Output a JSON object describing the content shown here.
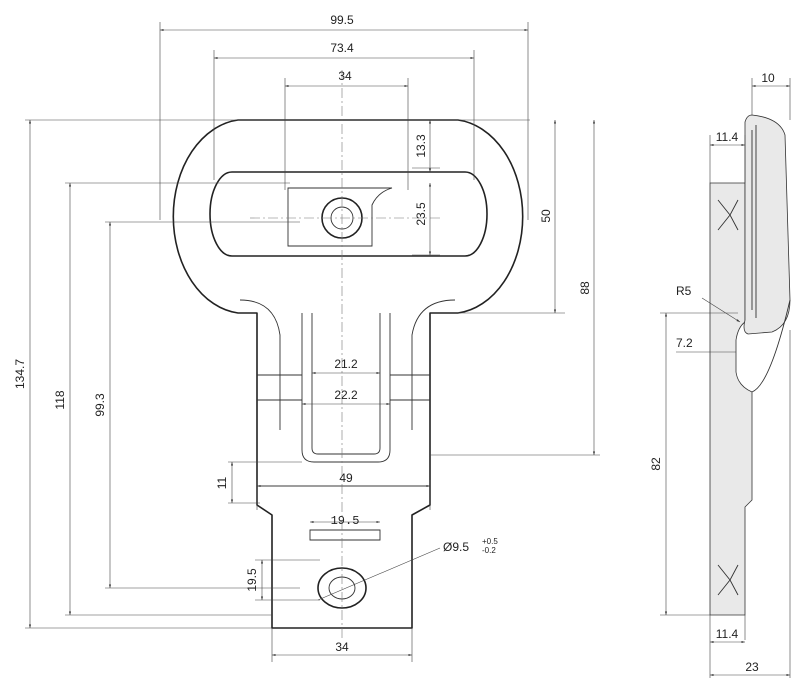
{
  "front_view": {
    "dims": {
      "width_outer": "99.5",
      "width_slot": "73.4",
      "width_block": "34",
      "slot_top": "13.3",
      "slot_height": "23.5",
      "head_height": "50",
      "upper_height": "88",
      "total_height": "134.7",
      "height_118": "118",
      "height_99_3": "99.3",
      "neck_inner": "21.2",
      "neck_inner2": "22.2",
      "neck_step": "11",
      "tab_width": "49",
      "slot_small": "19.5",
      "hole_offset": "19.5",
      "bottom_width": "34",
      "hole_dia": "Ø9.5",
      "hole_tol_upper": "+0.5",
      "hole_tol_lower": "-0.2"
    }
  },
  "side_view": {
    "dims": {
      "thickness_top": "10",
      "offset_top": "11.4",
      "radius": "R5",
      "bend": "7.2",
      "height": "82",
      "offset_bottom": "11.4",
      "total_depth": "23"
    }
  }
}
